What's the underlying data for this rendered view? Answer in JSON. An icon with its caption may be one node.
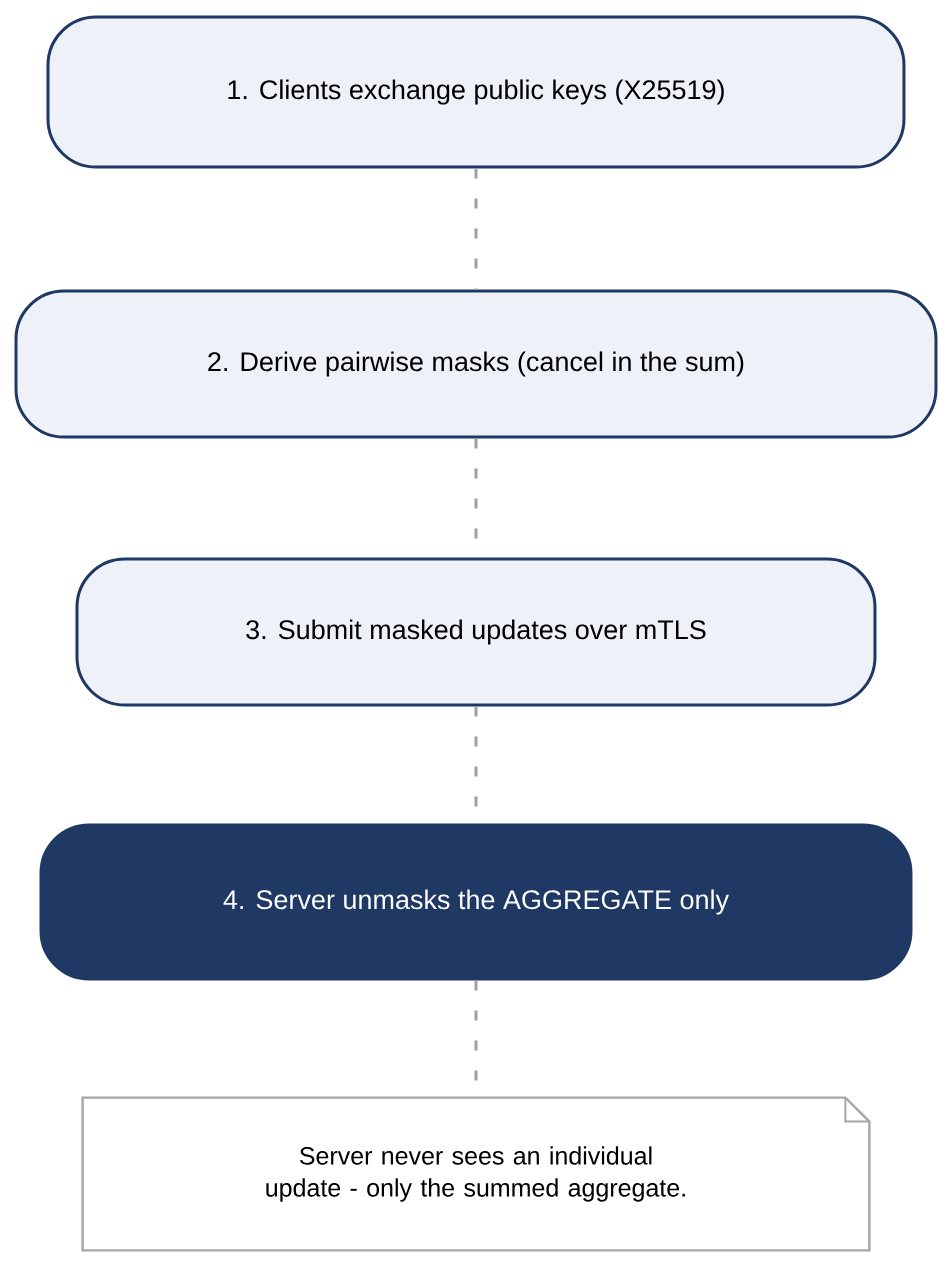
{
  "diagram": {
    "nodes": [
      {
        "text": [
          "1. Clients exchange public keys (X25519)"
        ]
      },
      {
        "text": [
          "2. Derive pairwise masks (cancel in the sum)"
        ]
      },
      {
        "text": [
          "3. Submit masked updates over mTLS"
        ]
      },
      {
        "text": [
          "4. Server unmasks the AGGREGATE only"
        ]
      },
      {
        "text": [
          "Server never sees an individual update - only the summed aggregate."
        ]
      }
    ],
    "edges": [
      {
        "from": 0,
        "to": 1,
        "arrow": "none"
      },
      {
        "from": 1,
        "to": 2,
        "arrow": "none"
      },
      {
        "from": 2,
        "to": 3,
        "arrow": "none"
      },
      {
        "from": 3,
        "to": 4,
        "arrow": "none"
      }
    ]
  }
}
